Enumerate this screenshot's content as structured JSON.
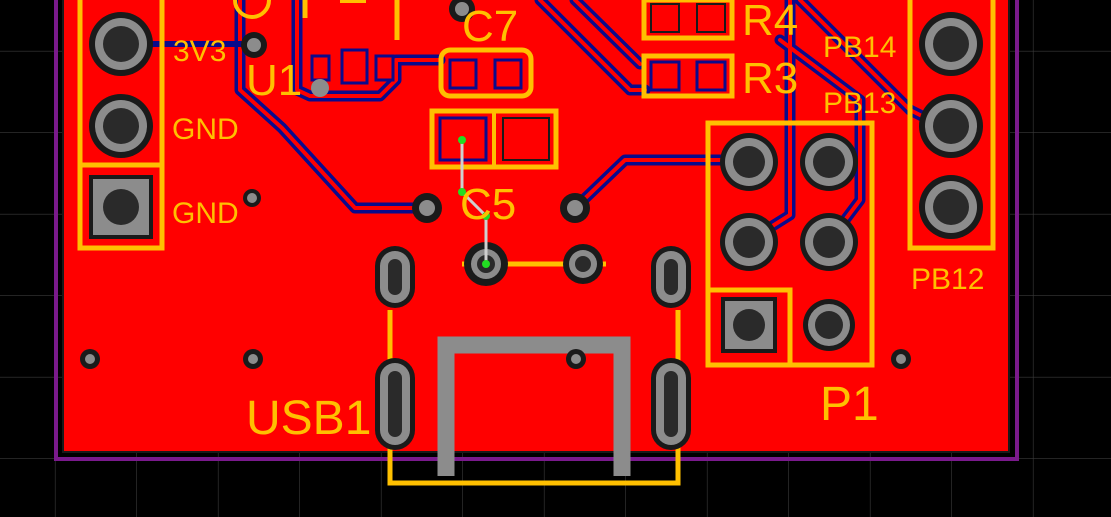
{
  "colors": {
    "background": "#000000",
    "grid": "#3A3A3A",
    "board_outline": "#7A1A8C",
    "top_copper": "#FF0000",
    "bottom_trace": "#0A0A8C",
    "silkscreen": "#FFC000",
    "pad": "#8C8C8C",
    "pad_hole": "#2A2A2A",
    "via_ring": "#1A1A1A",
    "ratsnest": "#CFCFCF",
    "ratsnest_node": "#22DD22"
  },
  "components": {
    "u1": "U1",
    "c7": "C7",
    "c5": "C5",
    "r4": "R4",
    "r3": "R3",
    "usb1": "USB1",
    "p1": "P1"
  },
  "net_labels": {
    "v3v3": "3V3",
    "gnd_1": "GND",
    "gnd_2": "GND",
    "pb14": "PB14",
    "pb13": "PB13",
    "pb12": "PB12"
  }
}
